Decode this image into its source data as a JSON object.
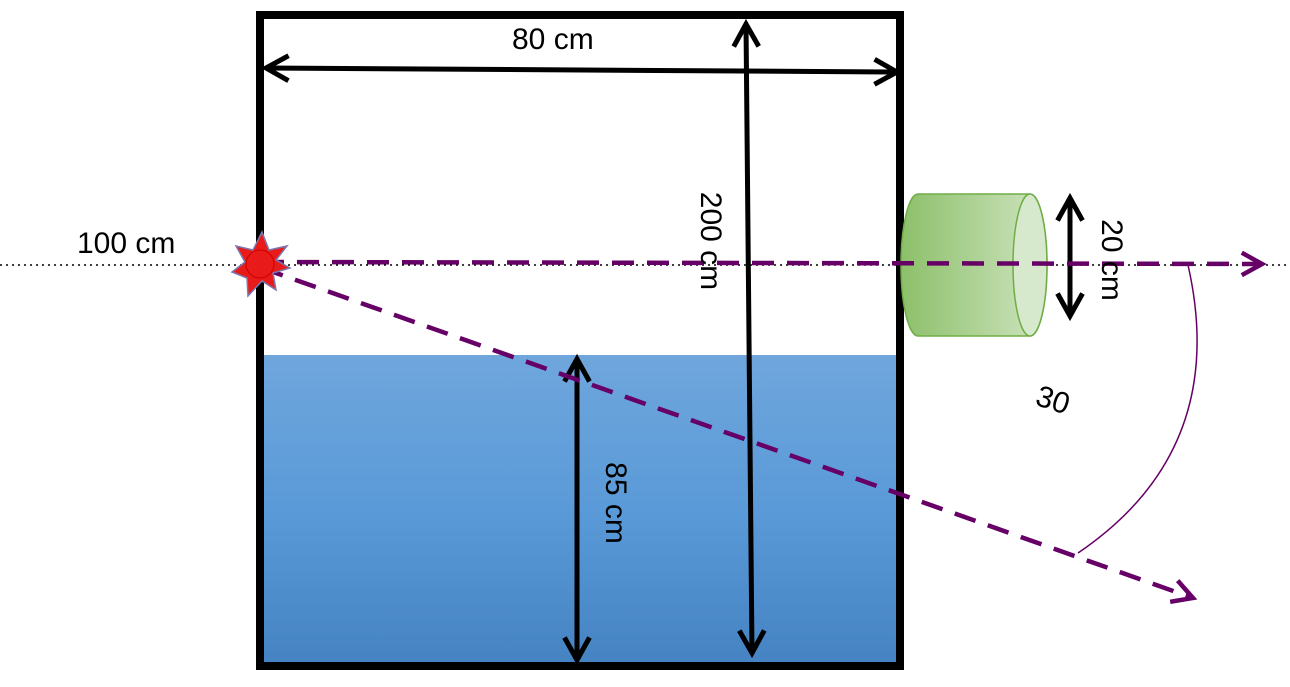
{
  "labels": {
    "width": "80 cm",
    "height": "200 cm",
    "water_depth": "85 cm",
    "source_distance": "100 cm",
    "detector_size": "20 cm",
    "angle": "30"
  },
  "colors": {
    "tank_border": "#000000",
    "water_top": "#6fa6dc",
    "water_bottom": "#4583c3",
    "ray": "#660066",
    "source": "#e81a1a",
    "detector_fill": "#a9d08e",
    "detector_edge": "#70ad47"
  },
  "icons": {
    "source": "star-burst-icon",
    "detector": "cylinder-icon"
  }
}
